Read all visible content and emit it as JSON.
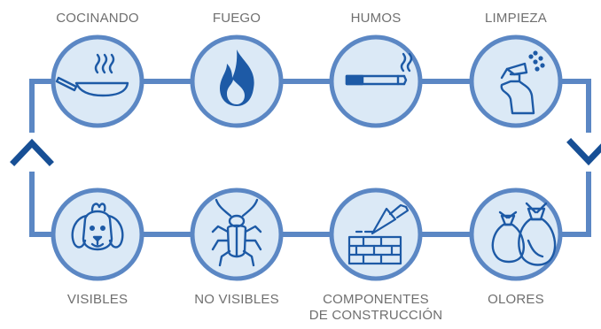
{
  "colors": {
    "line": "#5b87c4",
    "circle_fill": "#dbe9f6",
    "circle_stroke": "#5b87c4",
    "icon": "#1d5aa6",
    "arrow": "#174f95",
    "label": "#6f6f6f"
  },
  "top_row": [
    {
      "label": "COCINANDO",
      "icon": "frying-pan-icon"
    },
    {
      "label": "FUEGO",
      "icon": "fire-icon"
    },
    {
      "label": "HUMOS",
      "icon": "cigarette-icon"
    },
    {
      "label": "LIMPIEZA",
      "icon": "spray-bottle-icon"
    }
  ],
  "bottom_row": [
    {
      "label": "VISIBLES",
      "icon": "dog-icon"
    },
    {
      "label": "NO VISIBLES",
      "icon": "cockroach-icon"
    },
    {
      "label_line1": "COMPONENTES",
      "label_line2": "DE CONSTRUCCIÓN",
      "icon": "brick-wall-trowel-icon"
    },
    {
      "label": "OLORES",
      "icon": "garbage-bags-icon"
    }
  ],
  "arrows": {
    "left": "chevron-up-icon",
    "right": "chevron-down-icon"
  }
}
